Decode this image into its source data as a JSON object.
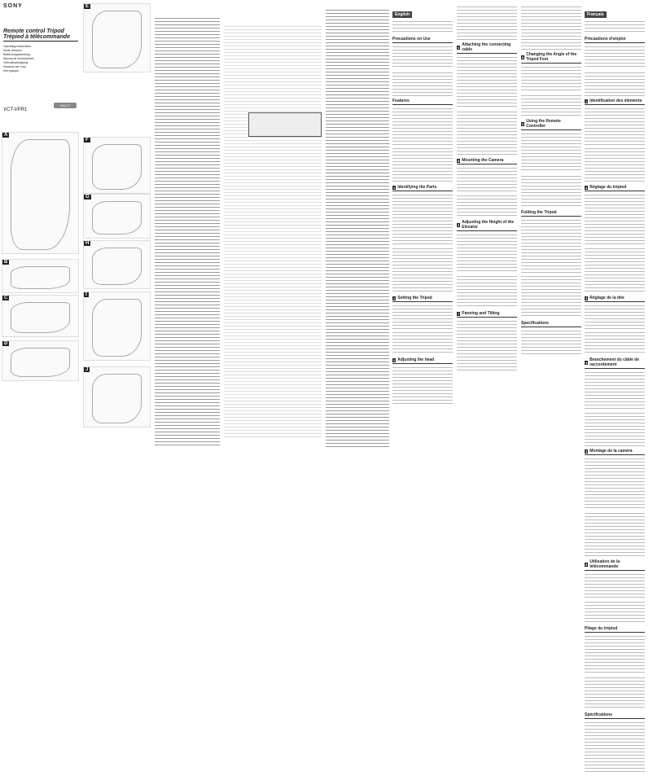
{
  "cover": {
    "brand": "SONY",
    "title_en": "Remote control Tripod",
    "title_fr": "Trépied à télécommande",
    "languages": [
      "Operating Instructions",
      "Mode d'emploi",
      "Bedienungsanleitung",
      "Manual de instrucciones",
      "Gebruiksaanwijzing",
      "Istruzioni per l'uso",
      "Инструкция"
    ],
    "badge": "MULTI",
    "model": "VCT-VPR1"
  },
  "figures": [
    "A",
    "B",
    "C",
    "D",
    "E",
    "F",
    "G",
    "H",
    "I",
    "J"
  ],
  "english": {
    "lang": "English",
    "headings": [
      {
        "n": "",
        "t": "Precautions on Use"
      },
      {
        "n": "",
        "t": "Features"
      },
      {
        "n": "1",
        "t": "Identifying the Parts"
      },
      {
        "n": "2",
        "t": "Setting the Tripod"
      },
      {
        "n": "3",
        "t": "Adjusting the head"
      },
      {
        "n": "4",
        "t": "Attaching the connecting cable"
      },
      {
        "n": "5",
        "t": "Mounting the Camera"
      },
      {
        "n": "6",
        "t": "Adjusting the Height of the Elevator"
      },
      {
        "n": "7",
        "t": "Panning and Tilting"
      },
      {
        "n": "8",
        "t": "Changing the Angle of the Tripod Feet"
      },
      {
        "n": "9",
        "t": "Using the Remote Controller"
      },
      {
        "n": "",
        "t": "Folding the Tripod"
      },
      {
        "n": "",
        "t": "Specifications"
      }
    ]
  },
  "french": {
    "lang": "Français",
    "headings": [
      {
        "n": "",
        "t": "Précautions d'emploi"
      },
      {
        "n": "1",
        "t": "Identification des éléments"
      },
      {
        "n": "2",
        "t": "Réglage du trépied"
      },
      {
        "n": "3",
        "t": "Réglage de la tête"
      },
      {
        "n": "4",
        "t": "Branchement du câble de raccordement"
      },
      {
        "n": "5",
        "t": "Montage de la caméra"
      },
      {
        "n": "9",
        "t": "Utilisation de la télécommande"
      },
      {
        "n": "",
        "t": "Pliage du trépied"
      },
      {
        "n": "",
        "t": "Spécifications"
      }
    ]
  }
}
